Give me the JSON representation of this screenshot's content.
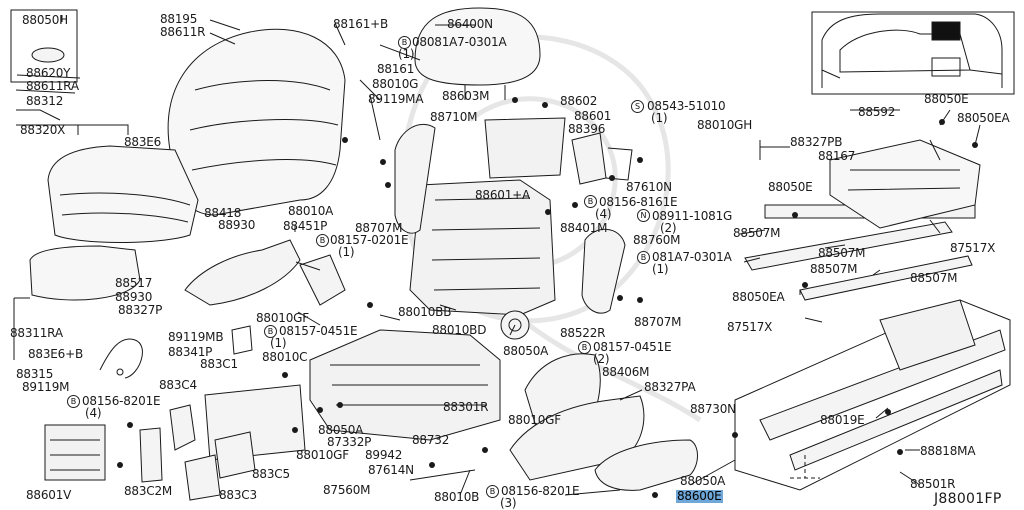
{
  "diagram": {
    "code": "J88001FP",
    "highlighted_part": "88600E",
    "marker_letters": {
      "bolt": "B",
      "screw": "S",
      "nut": "N"
    },
    "colors": {
      "line": "#1a1a1a",
      "highlight": "#6fa7d8",
      "part_fill": "#f4f4f4",
      "watermark": "#e6e6e6"
    },
    "labels": [
      {
        "id": "l001",
        "text": "88050H"
      },
      {
        "id": "l002",
        "text": "88195"
      },
      {
        "id": "l003",
        "text": "88611R"
      },
      {
        "id": "l004",
        "text": "88161+B"
      },
      {
        "id": "l005",
        "text": "08081A7-0301A"
      },
      {
        "id": "l006",
        "text": "(1)"
      },
      {
        "id": "l007",
        "text": "86400N"
      },
      {
        "id": "l008",
        "text": "88620Y"
      },
      {
        "id": "l009",
        "text": "88611RA"
      },
      {
        "id": "l010",
        "text": "88161"
      },
      {
        "id": "l011",
        "text": "88010G"
      },
      {
        "id": "l012",
        "text": "89119MA"
      },
      {
        "id": "l013",
        "text": "88312"
      },
      {
        "id": "l014",
        "text": "88603M"
      },
      {
        "id": "l015",
        "text": "88602"
      },
      {
        "id": "l016",
        "text": "08543-51010"
      },
      {
        "id": "l017",
        "text": "(1)"
      },
      {
        "id": "l018",
        "text": "88710M"
      },
      {
        "id": "l019",
        "text": "88601"
      },
      {
        "id": "l020",
        "text": "88396"
      },
      {
        "id": "l021",
        "text": "88010GH"
      },
      {
        "id": "l022",
        "text": "88327PB"
      },
      {
        "id": "l023",
        "text": "88320X"
      },
      {
        "id": "l024",
        "text": "883E6"
      },
      {
        "id": "l025",
        "text": "88050E"
      },
      {
        "id": "l026",
        "text": "88592"
      },
      {
        "id": "l027",
        "text": "88050EA"
      },
      {
        "id": "l028",
        "text": "88167"
      },
      {
        "id": "l029",
        "text": "87610N"
      },
      {
        "id": "l030",
        "text": "88050E"
      },
      {
        "id": "l031",
        "text": "88601+A"
      },
      {
        "id": "l032",
        "text": "08156-8161E"
      },
      {
        "id": "l033",
        "text": "(4)"
      },
      {
        "id": "l034",
        "text": "08911-1081G"
      },
      {
        "id": "l035",
        "text": "(2)"
      },
      {
        "id": "l036",
        "text": "88010A"
      },
      {
        "id": "l037",
        "text": "88418"
      },
      {
        "id": "l038",
        "text": "88930"
      },
      {
        "id": "l039",
        "text": "88451P"
      },
      {
        "id": "l040",
        "text": "88707M"
      },
      {
        "id": "l041",
        "text": "08157-0201E"
      },
      {
        "id": "l042",
        "text": "(1)"
      },
      {
        "id": "l043",
        "text": "88401M"
      },
      {
        "id": "l044",
        "text": "88760M"
      },
      {
        "id": "l045",
        "text": "88507M"
      },
      {
        "id": "l046",
        "text": "88507M"
      },
      {
        "id": "l047",
        "text": "87517X"
      },
      {
        "id": "l048",
        "text": "081A7-0301A"
      },
      {
        "id": "l049",
        "text": "(1)"
      },
      {
        "id": "l050",
        "text": "88507M"
      },
      {
        "id": "l051",
        "text": "88517"
      },
      {
        "id": "l052",
        "text": "88930"
      },
      {
        "id": "l053",
        "text": "88327P"
      },
      {
        "id": "l054",
        "text": "88507M"
      },
      {
        "id": "l055",
        "text": "88050EA"
      },
      {
        "id": "l056",
        "text": "88010BB"
      },
      {
        "id": "l057",
        "text": "88010GF"
      },
      {
        "id": "l058",
        "text": "08157-0451E"
      },
      {
        "id": "l059",
        "text": "(1)"
      },
      {
        "id": "l060",
        "text": "88707M"
      },
      {
        "id": "l061",
        "text": "88311RA"
      },
      {
        "id": "l062",
        "text": "89119MB"
      },
      {
        "id": "l063",
        "text": "88010BD"
      },
      {
        "id": "l064",
        "text": "88522R"
      },
      {
        "id": "l065",
        "text": "87517X"
      },
      {
        "id": "l066",
        "text": "883E6+B"
      },
      {
        "id": "l067",
        "text": "88341P"
      },
      {
        "id": "l068",
        "text": "88010C"
      },
      {
        "id": "l069",
        "text": "88050A"
      },
      {
        "id": "l070",
        "text": "08157-0451E"
      },
      {
        "id": "l071",
        "text": "(2)"
      },
      {
        "id": "l072",
        "text": "88315"
      },
      {
        "id": "l073",
        "text": "883C1"
      },
      {
        "id": "l074",
        "text": "89119M"
      },
      {
        "id": "l075",
        "text": "883C4"
      },
      {
        "id": "l076",
        "text": "88406M"
      },
      {
        "id": "l077",
        "text": "88327PA"
      },
      {
        "id": "l078",
        "text": "08156-8201E"
      },
      {
        "id": "l079",
        "text": "(4)"
      },
      {
        "id": "l080",
        "text": "88301R"
      },
      {
        "id": "l081",
        "text": "88730N"
      },
      {
        "id": "l082",
        "text": "88010GF"
      },
      {
        "id": "l083",
        "text": "88050A"
      },
      {
        "id": "l084",
        "text": "88019E"
      },
      {
        "id": "l085",
        "text": "87332P"
      },
      {
        "id": "l086",
        "text": "88732"
      },
      {
        "id": "l087",
        "text": "88010GF"
      },
      {
        "id": "l088",
        "text": "89942"
      },
      {
        "id": "l089",
        "text": "88818MA"
      },
      {
        "id": "l090",
        "text": "883C5"
      },
      {
        "id": "l091",
        "text": "87614N"
      },
      {
        "id": "l092",
        "text": "88050A"
      },
      {
        "id": "l093",
        "text": "88501R"
      },
      {
        "id": "l094",
        "text": "88601V"
      },
      {
        "id": "l095",
        "text": "883C2M"
      },
      {
        "id": "l096",
        "text": "883C3"
      },
      {
        "id": "l097",
        "text": "87560M"
      },
      {
        "id": "l098",
        "text": "88010B"
      },
      {
        "id": "l099",
        "text": "08156-8201E"
      },
      {
        "id": "l100",
        "text": "(3)"
      },
      {
        "id": "l101",
        "text": "88600E"
      }
    ]
  }
}
